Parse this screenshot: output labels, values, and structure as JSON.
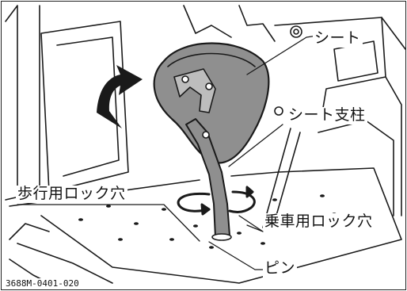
{
  "figure": {
    "labels": {
      "seat": "シート",
      "seat_post": "シート支柱",
      "walk_lock_hole": "歩行用ロック穴",
      "ride_lock_hole": "乗車用ロック穴",
      "pin": "ピン"
    },
    "code": "3688M-0401-020"
  },
  "colors": {
    "seat_fill": "#8f8f8f",
    "seat_outline": "#1a1a1a",
    "line": "#1a1a1a",
    "background": "#ffffff"
  }
}
